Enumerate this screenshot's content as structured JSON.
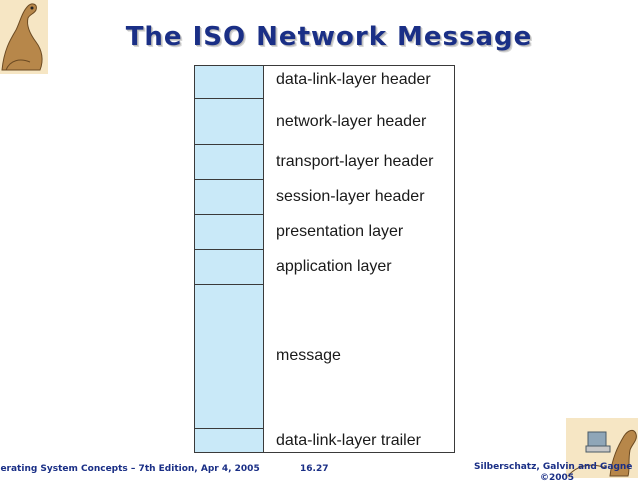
{
  "slide": {
    "title": "The ISO Network Message"
  },
  "diagram": {
    "layers": [
      "data-link-layer header",
      "network-layer header",
      "transport-layer header",
      "session-layer header",
      "presentation layer",
      "application layer",
      "message",
      "data-link-layer trailer"
    ]
  },
  "footer": {
    "left": "perating System Concepts – 7th Edition, Apr 4, 2005",
    "center": "16.27",
    "right": "Silberschatz, Galvin and Gagne",
    "right_year": "©2005"
  },
  "colors": {
    "title": "#1a2f86",
    "cell_fill": "#c9e9f8",
    "footer": "#1a2f86"
  },
  "icons": {
    "top_left": "dinosaur-logo-icon",
    "bottom_right": "dinosaur-computer-logo-icon"
  }
}
